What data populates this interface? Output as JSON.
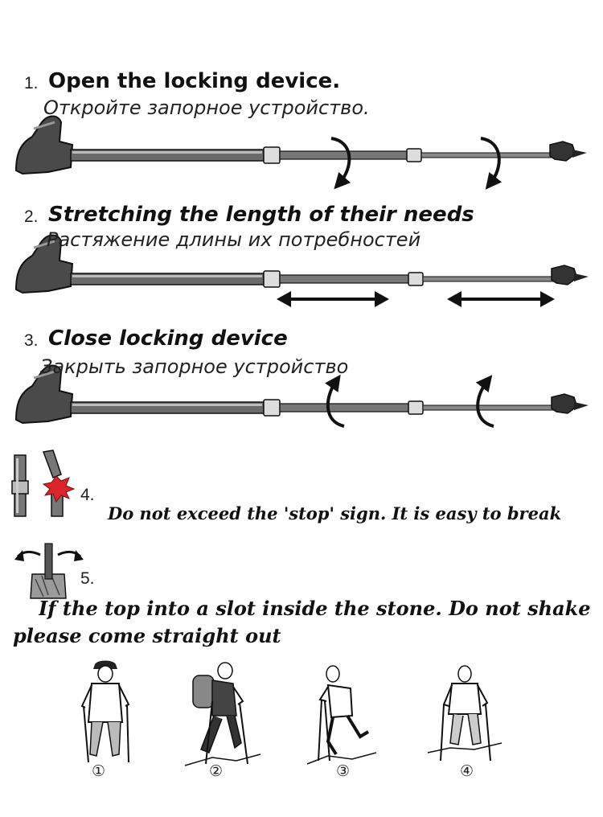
{
  "steps": [
    {
      "number": "1.",
      "title": "Open the locking device.",
      "subtitle": "Откройте запорное устройство."
    },
    {
      "number": "2.",
      "title": "Stretching the length of their needs",
      "subtitle": "Растяжение длины их потребностей"
    },
    {
      "number": "3.",
      "title": "Close locking device",
      "subtitle": "Закрыть запорное устройство"
    }
  ],
  "warnings": [
    {
      "number": "4.",
      "text": "Do not exceed the 'stop' sign. It is easy to break"
    },
    {
      "number": "5.",
      "text": "If the top into a slot inside the stone. Do not shake",
      "text2": "please come straight out"
    }
  ],
  "hikers": [
    {
      "label": "①"
    },
    {
      "label": "②"
    },
    {
      "label": "③"
    },
    {
      "label": "④"
    }
  ],
  "icons": {
    "pole": "trekking-pole-icon",
    "twist": "twist-arrow-icon",
    "extend": "double-arrow-icon",
    "break": "break-warning-icon",
    "stone": "stone-slot-icon",
    "hiker": "hiker-figure-icon"
  },
  "colors": {
    "pole": "#555555",
    "ink": "#111111",
    "warning": "#d9262c"
  }
}
